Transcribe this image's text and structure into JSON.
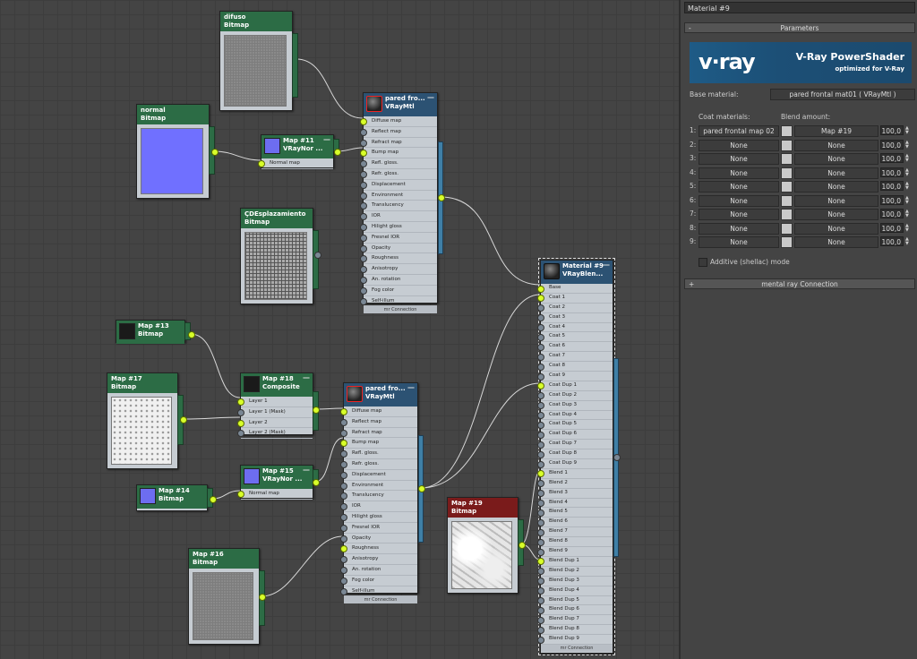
{
  "panel": {
    "title": "Material #9",
    "params_rollout": "Parameters",
    "params_sign": "-",
    "banner_logo": "v·ray",
    "banner_title": "V-Ray PowerShader",
    "banner_subtitle": "optimized for V-Ray",
    "base_label": "Base material:",
    "base_value": "pared frontal mat01  ( VRayMtl )",
    "coat_header": "Coat materials:",
    "blend_header": "Blend amount:",
    "rows": [
      {
        "n": "1:",
        "coat": "pared frontal map 02",
        "blend": "Map #19",
        "amt": "100,0"
      },
      {
        "n": "2:",
        "coat": "None",
        "blend": "None",
        "amt": "100,0"
      },
      {
        "n": "3:",
        "coat": "None",
        "blend": "None",
        "amt": "100,0"
      },
      {
        "n": "4:",
        "coat": "None",
        "blend": "None",
        "amt": "100,0"
      },
      {
        "n": "5:",
        "coat": "None",
        "blend": "None",
        "amt": "100,0"
      },
      {
        "n": "6:",
        "coat": "None",
        "blend": "None",
        "amt": "100,0"
      },
      {
        "n": "7:",
        "coat": "None",
        "blend": "None",
        "amt": "100,0"
      },
      {
        "n": "8:",
        "coat": "None",
        "blend": "None",
        "amt": "100,0"
      },
      {
        "n": "9:",
        "coat": "None",
        "blend": "None",
        "amt": "100,0"
      }
    ],
    "additive_label": "Additive (shellac) mode",
    "mr_rollout": "mental ray Connection",
    "mr_sign": "+"
  },
  "nodes": {
    "difuso": {
      "t1": "difuso",
      "t2": "Bitmap"
    },
    "normal": {
      "t1": "normal",
      "t2": "Bitmap"
    },
    "map11": {
      "t1": "Map #11",
      "t2": "VRayNor ...",
      "slot": "Normal map"
    },
    "desplaz": {
      "t1": "ÇDEsplazamiento",
      "t2": "Bitmap"
    },
    "map13": {
      "t1": "Map #13",
      "t2": "Bitmap"
    },
    "map17": {
      "t1": "Map #17",
      "t2": "Bitmap"
    },
    "map18": {
      "t1": "Map #18",
      "t2": "Composite",
      "slots": [
        "Layer 1",
        "Layer 1 (Mask)",
        "Layer 2",
        "Layer 2 (Mask)"
      ]
    },
    "map14": {
      "t1": "Map #14",
      "t2": "Bitmap"
    },
    "map15": {
      "t1": "Map #15",
      "t2": "VRayNor ...",
      "slot": "Normal map"
    },
    "map16": {
      "t1": "Map #16",
      "t2": "Bitmap"
    },
    "map19": {
      "t1": "Map #19",
      "t2": "Bitmap"
    },
    "vraymtl_top": {
      "t1": "pared fro...",
      "t2": "VRayMtl",
      "footer": "mr Connection"
    },
    "vraymtl_bot": {
      "t1": "pared fro...",
      "t2": "VRayMtl",
      "footer": "mr Connection"
    },
    "blend": {
      "t1": "Material #9",
      "t2": "VRayBlen...",
      "footer": "mr Connection"
    }
  },
  "vray_slots": [
    "Diffuse map",
    "Reflect map",
    "Refract map",
    "Bump map",
    "Refl. gloss.",
    "Refr. gloss.",
    "Displacement",
    "Environment",
    "Translucency",
    "IOR",
    "Hilight gloss",
    "Fresnel IOR",
    "Opacity",
    "Roughness",
    "Anisotropy",
    "An. rotation",
    "Fog color",
    "Self-illum"
  ],
  "blend_slots": [
    "Base",
    "Coat 1",
    "Coat 2",
    "Coat 3",
    "Coat 4",
    "Coat 5",
    "Coat 6",
    "Coat 7",
    "Coat 8",
    "Coat 9",
    "Coat Dup 1",
    "Coat Dup 2",
    "Coat Dup 3",
    "Coat Dup 4",
    "Coat Dup 5",
    "Coat Dup 6",
    "Coat Dup 7",
    "Coat Dup 8",
    "Coat Dup 9",
    "Blend 1",
    "Blend 2",
    "Blend 3",
    "Blend 4",
    "Blend 5",
    "Blend 6",
    "Blend 7",
    "Blend 8",
    "Blend 9",
    "Blend Dup 1",
    "Blend Dup 2",
    "Blend Dup 3",
    "Blend Dup 4",
    "Blend Dup 5",
    "Blend Dup 6",
    "Blend Dup 7",
    "Blend Dup 8",
    "Blend Dup 9"
  ],
  "minimize_glyph": "—"
}
